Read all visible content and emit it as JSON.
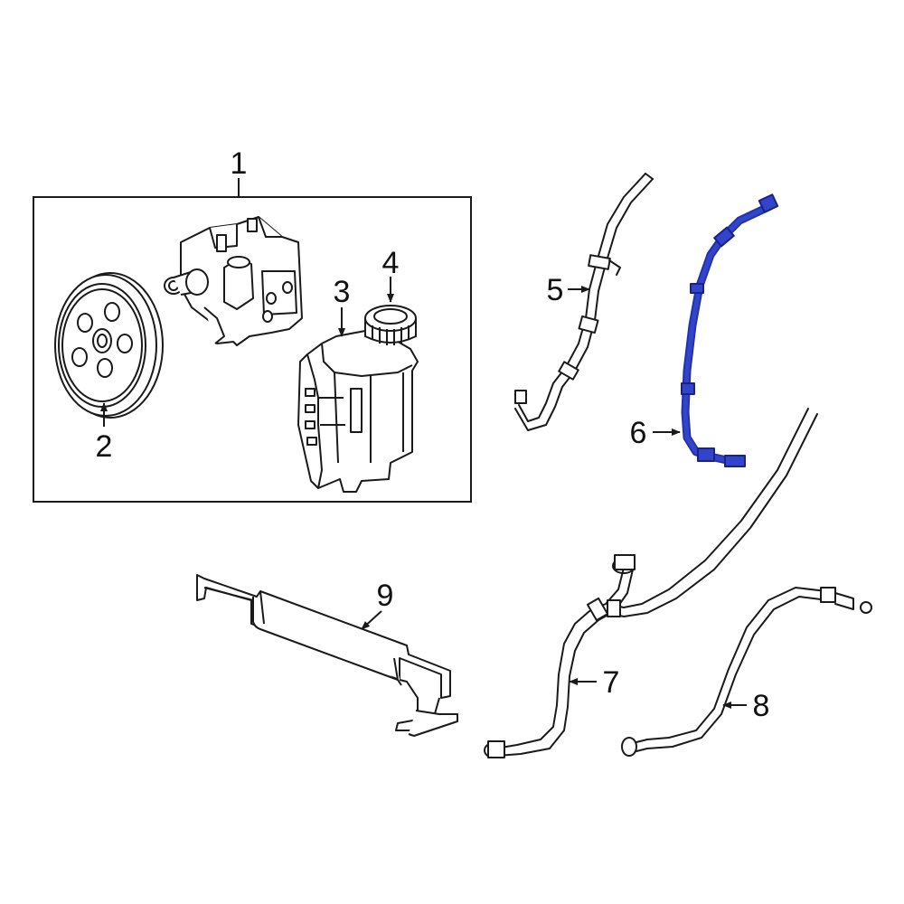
{
  "colors": {
    "line": "#1a1a1a",
    "highlight": "#2233aa",
    "highlight_fill": "#3344cc",
    "background": "#ffffff"
  },
  "callouts": {
    "c1": "1",
    "c2": "2",
    "c3": "3",
    "c4": "4",
    "c5": "5",
    "c6": "6",
    "c7": "7",
    "c8": "8",
    "c9": "9"
  },
  "parts": [
    {
      "id": "1",
      "name": "power-steering-pump-assembly"
    },
    {
      "id": "2",
      "name": "pulley"
    },
    {
      "id": "3",
      "name": "reservoir"
    },
    {
      "id": "4",
      "name": "reservoir-cap"
    },
    {
      "id": "5",
      "name": "pressure-hose"
    },
    {
      "id": "6",
      "name": "return-hose",
      "highlighted": true
    },
    {
      "id": "7",
      "name": "return-hose-lower"
    },
    {
      "id": "8",
      "name": "cooler-hose"
    },
    {
      "id": "9",
      "name": "fluid-cooler"
    }
  ]
}
